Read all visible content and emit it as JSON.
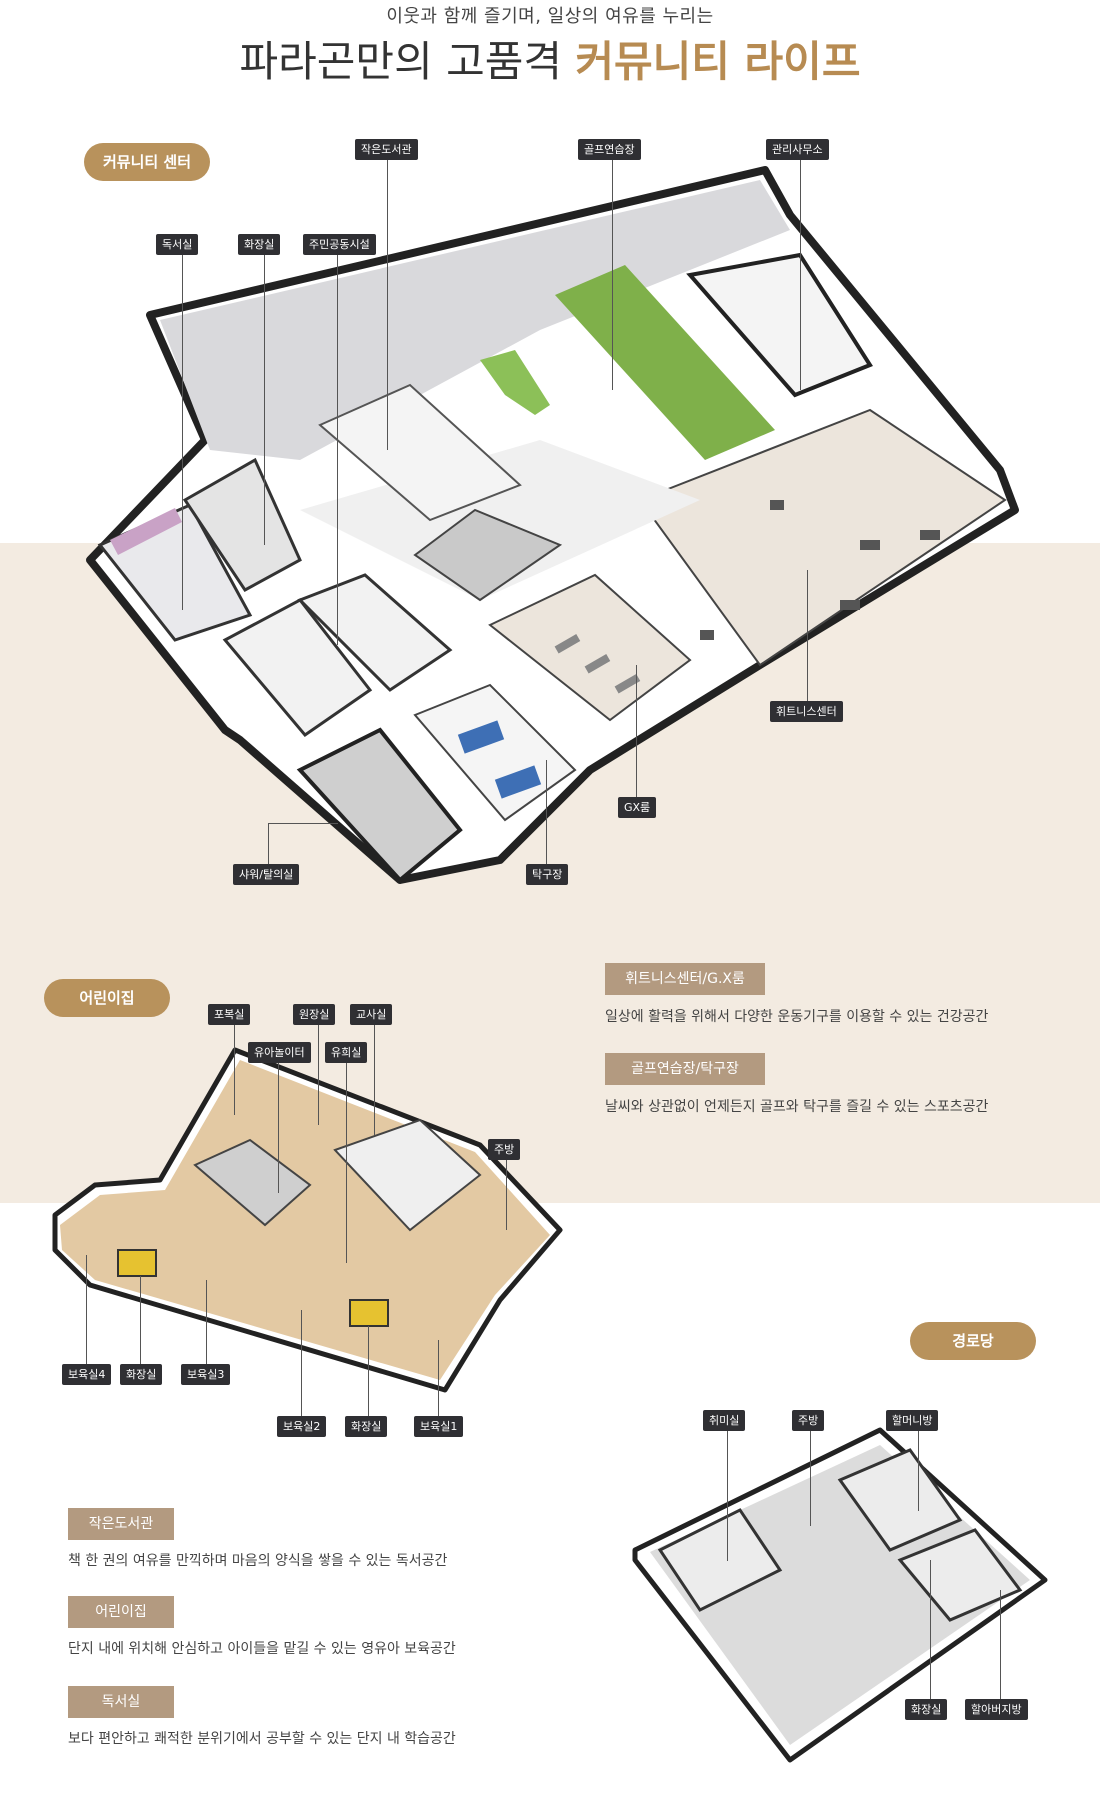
{
  "header": {
    "subtitle": "이웃과 함께 즐기며, 일상의 여유를 누리는",
    "title_plain": "파라곤만의 고품격",
    "title_highlight": "커뮤니티 라이프"
  },
  "sections": {
    "community": "커뮤니티 센터",
    "daycare": "어린이집",
    "senior": "경로당"
  },
  "community_labels": {
    "library": "작은도서관",
    "golf": "골프연습장",
    "office": "관리사무소",
    "reading": "독서실",
    "restroom": "화장실",
    "resident_hall": "주민공동시설",
    "fitness": "휘트니스센터",
    "gx": "GX룸",
    "shower": "샤워/탈의실",
    "pingpong": "탁구장"
  },
  "daycare_labels": {
    "storage": "포복실",
    "director": "원장실",
    "teacher": "교사실",
    "infant_play": "유아놀이터",
    "playroom": "유희실",
    "kitchen": "주방",
    "nursery4": "보육실4",
    "restroom_a": "화장실",
    "nursery3": "보육실3",
    "nursery2": "보육실2",
    "restroom_b": "화장실",
    "nursery1": "보육실1"
  },
  "senior_labels": {
    "hobby": "취미실",
    "kitchen": "주방",
    "grandma": "할머니방",
    "restroom": "화장실",
    "grandpa": "할아버지방"
  },
  "descriptions": [
    {
      "title": "휘트니스센터/G.X룸",
      "text": "일상에 활력을 위해서 다양한 운동기구를 이용할 수 있는 건강공간"
    },
    {
      "title": "골프연습장/탁구장",
      "text": "날씨와 상관없이 언제든지 골프와 탁구를 즐길 수 있는 스포츠공간"
    },
    {
      "title": "작은도서관",
      "text": "책 한 권의 여유를 만끽하며 마음의 양식을 쌓을 수 있는 독서공간"
    },
    {
      "title": "어린이집",
      "text": "단지 내에 위치해 안심하고 아이들을 맡길 수 있는 영유아 보육공간"
    },
    {
      "title": "독서실",
      "text": "보다 편안하고 쾌적한 분위기에서 공부할 수 있는 단지 내 학습공간"
    }
  ],
  "colors": {
    "accent": "#b78b52",
    "pill": "#b8925c",
    "band": "#f3ebe1",
    "tag": "#2f2f33",
    "desc_title": "#b39a80",
    "golf_green": "#7fb04a"
  }
}
